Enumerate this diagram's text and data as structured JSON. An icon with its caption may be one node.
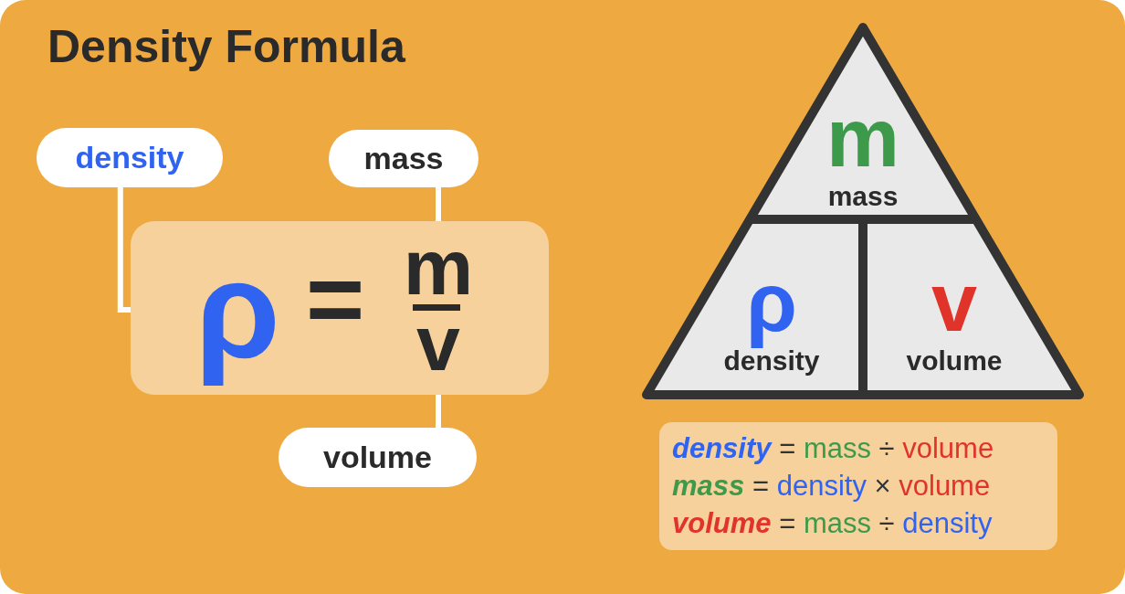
{
  "diagram": {
    "title": "Density Formula",
    "nodes": [
      {
        "text": [
          "density"
        ]
      },
      {
        "text": [
          "mass"
        ]
      },
      {
        "text": [],
        "shape": "box"
      },
      {
        "text": [
          "ρ"
        ],
        "in": 2
      },
      {
        "text": [
          "m"
        ],
        "in": 2
      },
      {
        "text": [
          "v"
        ],
        "in": 2
      },
      {
        "text": [
          "volume"
        ]
      },
      {
        "text": [],
        "shape": "triangle"
      },
      {
        "text": [
          "m",
          "mass"
        ],
        "in": 7
      },
      {
        "text": [
          "ρ",
          "density"
        ],
        "in": 7
      },
      {
        "text": [
          "v",
          "volume"
        ],
        "in": 7
      },
      {
        "text": [
          "density = mass ÷ volume",
          "mass = density × volume",
          "volume = mass ÷ density"
        ]
      }
    ],
    "edges": [
      {
        "from": 0,
        "to": 3,
        "arrow": "none"
      },
      {
        "from": 1,
        "to": 4,
        "arrow": "none"
      },
      {
        "from": 6,
        "to": 5,
        "arrow": "none"
      }
    ],
    "labels": [
      "="
    ]
  }
}
